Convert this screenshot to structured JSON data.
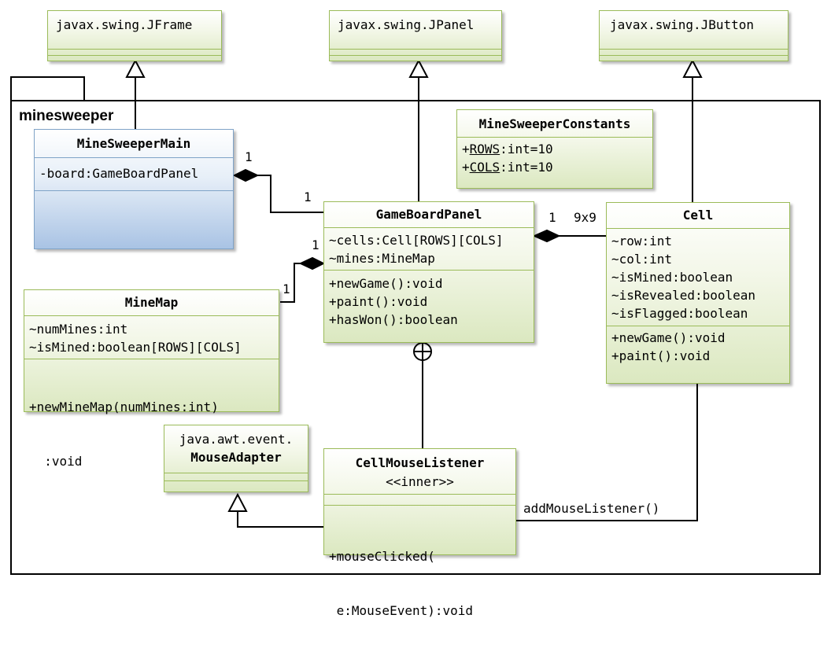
{
  "package": {
    "name": "minesweeper"
  },
  "external_classes": {
    "jframe": "javax.swing.JFrame",
    "jpanel": "javax.swing.JPanel",
    "jbutton": "javax.swing.JButton",
    "mouse_adapter_pkg": "java.awt.event.",
    "mouse_adapter_name": "MouseAdapter"
  },
  "classes": {
    "mine_sweeper_main": {
      "name": "MineSweeperMain",
      "attributes": [
        "-board:GameBoardPanel"
      ],
      "methods": []
    },
    "constants": {
      "name": "MineSweeperConstants",
      "attributes": [
        {
          "prefix": "+",
          "name": "ROWS",
          "type": ":int=10"
        },
        {
          "prefix": "+",
          "name": "COLS",
          "type": ":int=10"
        }
      ]
    },
    "game_board_panel": {
      "name": "GameBoardPanel",
      "attributes": [
        "~cells:Cell[ROWS][COLS]",
        "~mines:MineMap"
      ],
      "methods": [
        "+newGame():void",
        "+paint():void",
        "+hasWon():boolean"
      ]
    },
    "cell": {
      "name": "Cell",
      "attributes": [
        "~row:int",
        "~col:int",
        "~isMined:boolean",
        "~isRevealed:boolean",
        "~isFlagged:boolean"
      ],
      "methods": [
        "+newGame():void",
        "+paint():void"
      ]
    },
    "mine_map": {
      "name": "MineMap",
      "attributes": [
        "~numMines:int",
        "~isMined:boolean[ROWS][COLS]"
      ],
      "methods": [
        "+newMineMap(numMines:int)",
        "  :void"
      ]
    },
    "cell_mouse_listener": {
      "name": "CellMouseListener",
      "stereotype": "<<inner>>",
      "methods": [
        "+mouseClicked(",
        " e:MouseEvent):void"
      ]
    }
  },
  "multiplicities": {
    "main_side": "1",
    "panel_side_main": "1",
    "panel_side_minemap": "1",
    "minemap_side": "1",
    "panel_side_cell": "1",
    "cell_side": "9x9"
  },
  "edge_labels": {
    "add_mouse_listener": "addMouseListener()"
  },
  "colors": {
    "class_border": "#9bbb59",
    "main_class_border": "#7fa3c7",
    "line": "#000000"
  }
}
